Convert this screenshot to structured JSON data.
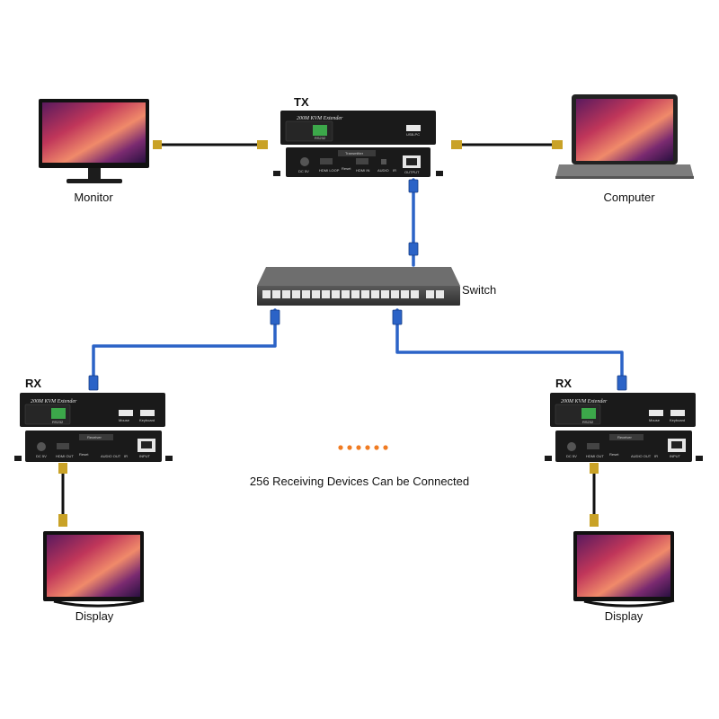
{
  "labels": {
    "tx": "TX",
    "monitor": "Monitor",
    "computer": "Computer",
    "switch": "Switch",
    "rx_left": "RX",
    "rx_right": "RX",
    "receivers_note": "256 Receiving Devices Can be Connected",
    "display_left": "Display",
    "display_right": "Display"
  },
  "device_text": {
    "tx_brand": "200M KVM Extender",
    "tx_usb": "USB-PC",
    "tx_rs232": "RS232",
    "tx_panel": "Transmitter",
    "tx_dc": "DC 5V",
    "tx_hdmi_loop": "HDMI LOOP",
    "tx_reset": "Reset",
    "tx_hdmi_in": "HDMI IN",
    "tx_audio": "AUDIO",
    "tx_ir": "IR",
    "tx_output": "OUTPUT",
    "rx_brand": "200M KVM Extender",
    "rx_mouse": "Mouse",
    "rx_keyboard": "Keyboard",
    "rx_rs232": "RS232",
    "rx_panel": "Receiver",
    "rx_dc": "DC 5V",
    "rx_hdmi_out": "HDMI OUT",
    "rx_reset": "Reset",
    "rx_audio_out": "AUDIO OUT",
    "rx_ir": "IR",
    "rx_input": "INPUT"
  },
  "colors": {
    "cable_blue": "#2b63c7",
    "device_black": "#1a1a1a",
    "dot_orange": "#f07b22",
    "hdmi_gold": "#c9a227"
  },
  "icons": [
    "monitor-icon",
    "laptop-icon",
    "network-switch-icon",
    "kvm-transmitter-icon",
    "kvm-receiver-icon",
    "display-icon",
    "hdmi-cable-icon",
    "ethernet-cable-icon"
  ]
}
